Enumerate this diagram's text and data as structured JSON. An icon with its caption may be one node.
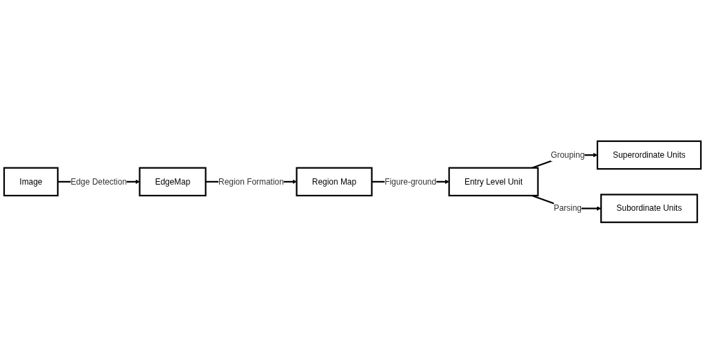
{
  "diagram": {
    "nodes": [
      {
        "text": [
          "Image"
        ]
      },
      {
        "text": [
          "EdgeMap"
        ]
      },
      {
        "text": [
          "Region Map"
        ]
      },
      {
        "text": [
          "Entry Level Unit"
        ]
      },
      {
        "text": [
          "Superordinate Units"
        ]
      },
      {
        "text": [
          "Subordinate Units"
        ]
      }
    ],
    "edges": [
      {
        "from": 0,
        "to": 1,
        "arrow": "to",
        "label": "Edge Detection"
      },
      {
        "from": 1,
        "to": 2,
        "arrow": "to",
        "label": "Region Formation"
      },
      {
        "from": 2,
        "to": 3,
        "arrow": "to",
        "label": "Figure-ground"
      },
      {
        "from": 3,
        "to": 4,
        "arrow": "to",
        "label": "Grouping"
      },
      {
        "from": 3,
        "to": 5,
        "arrow": "to",
        "label": "Parsing"
      }
    ]
  }
}
